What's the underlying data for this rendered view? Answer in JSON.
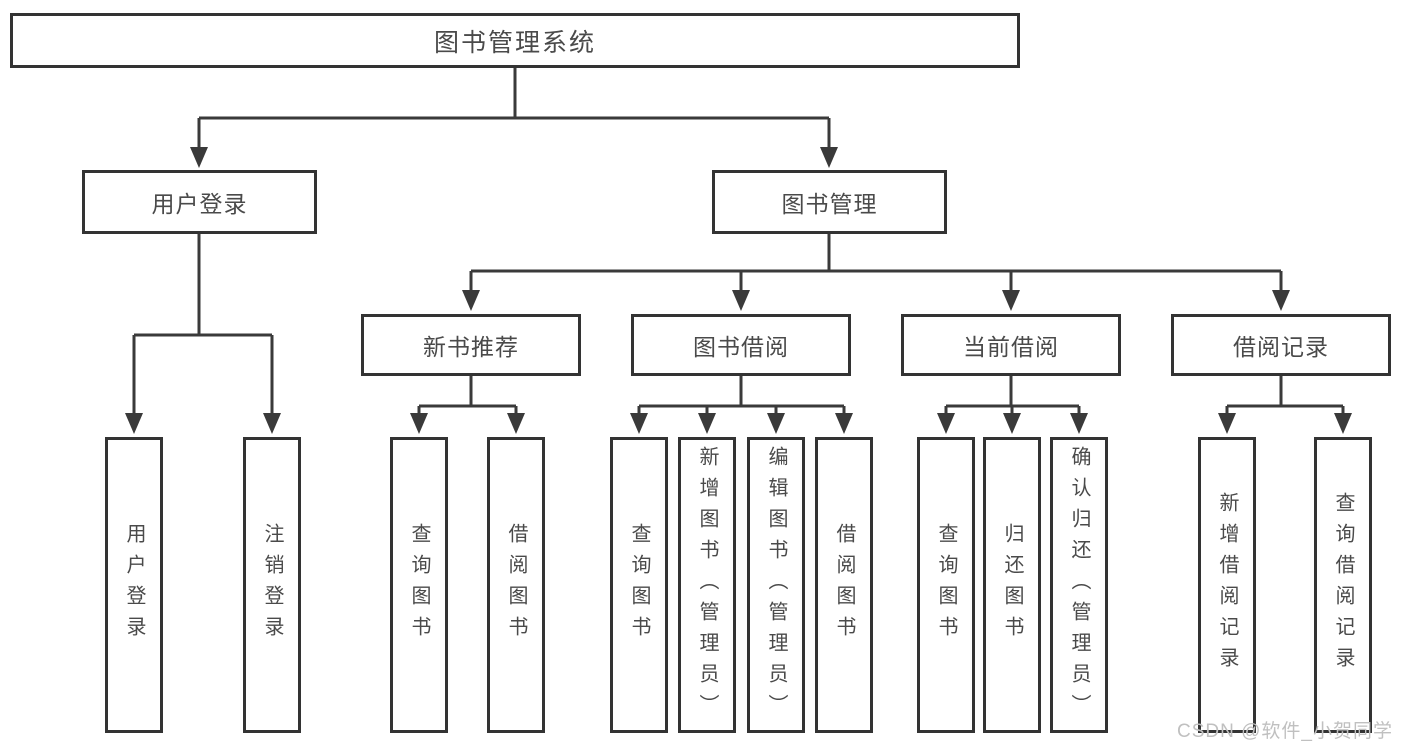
{
  "colors": {
    "line": "#3a3a3a",
    "border": "#333333",
    "text": "#4a4a4a",
    "background": "#ffffff",
    "watermark": "#c0c0c0"
  },
  "tree": {
    "root": {
      "label": "图书管理系统"
    },
    "branches": [
      {
        "label": "用户登录",
        "children": [
          {
            "label": "用户登录"
          },
          {
            "label": "注销登录"
          }
        ]
      },
      {
        "label": "图书管理",
        "children": [
          {
            "label": "新书推荐",
            "children": [
              {
                "label": "查询图书"
              },
              {
                "label": "借阅图书"
              }
            ]
          },
          {
            "label": "图书借阅",
            "children": [
              {
                "label": "查询图书"
              },
              {
                "label": "新增图书（管理员）"
              },
              {
                "label": "编辑图书（管理员）"
              },
              {
                "label": "借阅图书"
              }
            ]
          },
          {
            "label": "当前借阅",
            "children": [
              {
                "label": "查询图书"
              },
              {
                "label": "归还图书"
              },
              {
                "label": "确认归还（管理员）"
              }
            ]
          },
          {
            "label": "借阅记录",
            "children": [
              {
                "label": "新增借阅记录"
              },
              {
                "label": "查询借阅记录"
              }
            ]
          }
        ]
      }
    ]
  },
  "watermark": {
    "text": "CSDN @软件_小贺同学"
  }
}
